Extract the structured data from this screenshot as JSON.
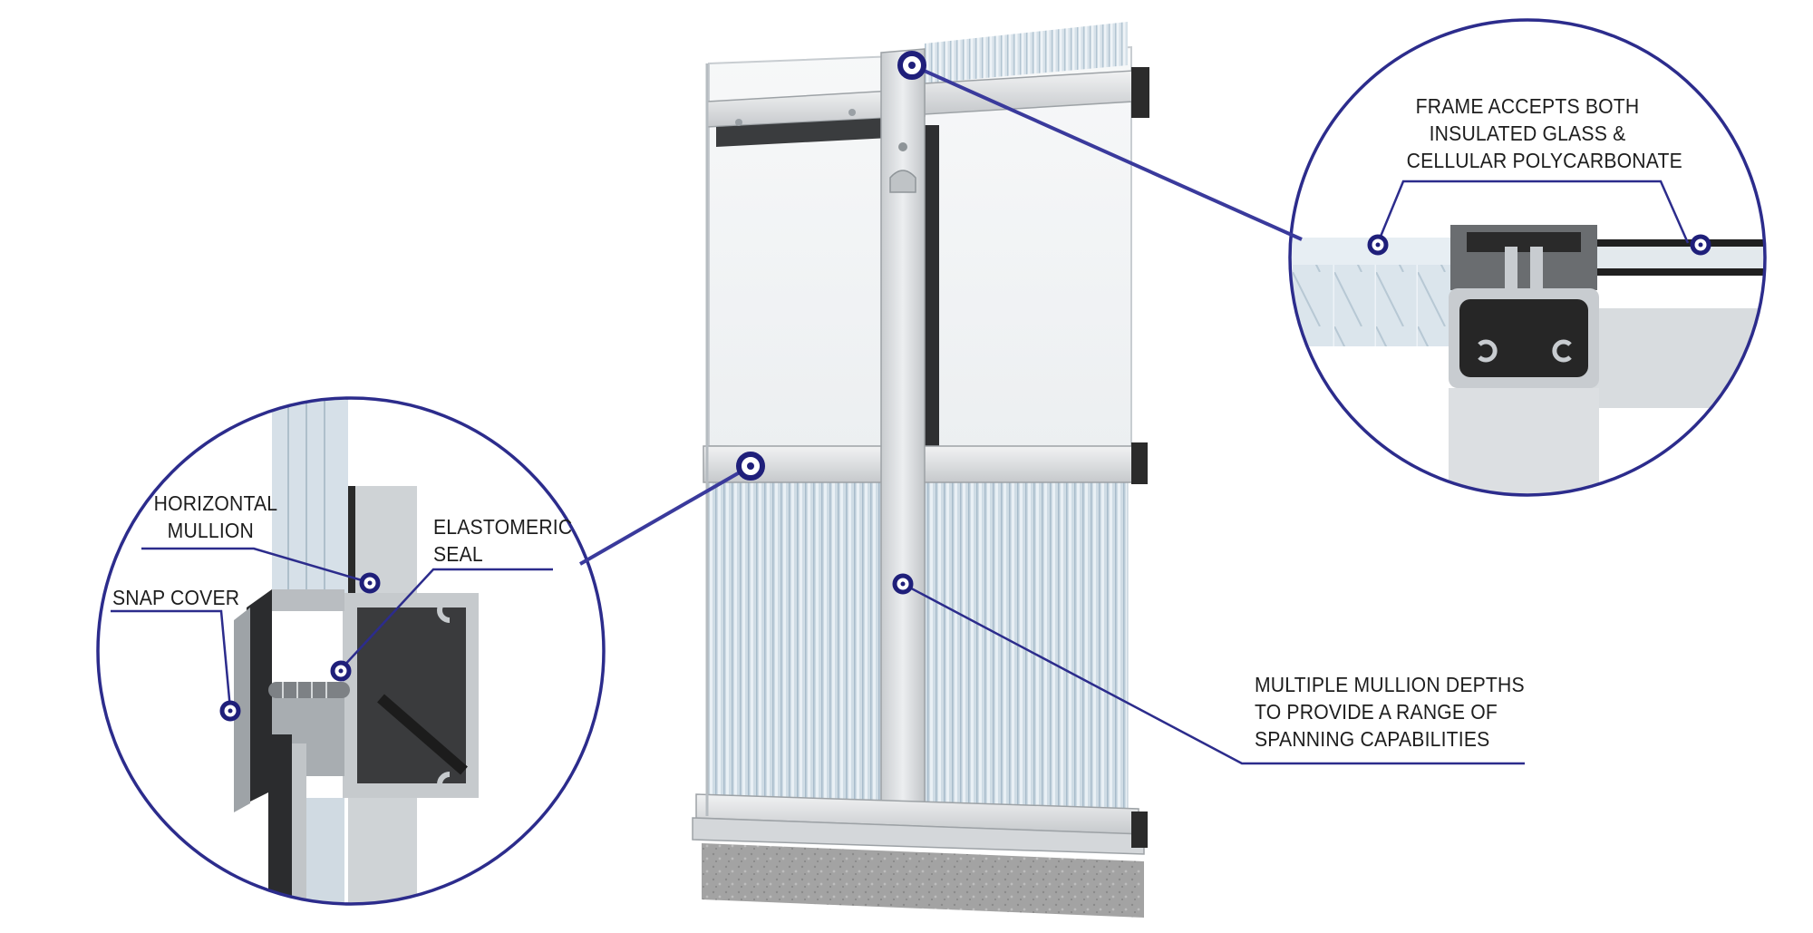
{
  "diagram": {
    "callouts": {
      "frame": {
        "lines": [
          "FRAME ACCEPTS BOTH",
          "INSULATED GLASS &",
          "CELLULAR POLYCARBONATE"
        ]
      },
      "mullion_depths": {
        "lines": [
          "MULTIPLE MULLION DEPTHS",
          "TO PROVIDE A RANGE OF",
          "SPANNING CAPABILITIES"
        ]
      },
      "horizontal_mullion": {
        "lines": [
          "HORIZONTAL",
          "MULLION"
        ]
      },
      "elastomeric_seal": {
        "lines": [
          "ELASTOMERIC",
          "SEAL"
        ]
      },
      "snap_cover": {
        "lines": [
          "SNAP COVER"
        ]
      }
    },
    "colors": {
      "accent": "#2c2c8c",
      "marker": "#1f1f7a",
      "aluminum": "#d8dadc",
      "polycarbonate": "#c8d6e0",
      "concrete": "#9a9a9a",
      "dark_profile": "#2a2a2a"
    }
  }
}
